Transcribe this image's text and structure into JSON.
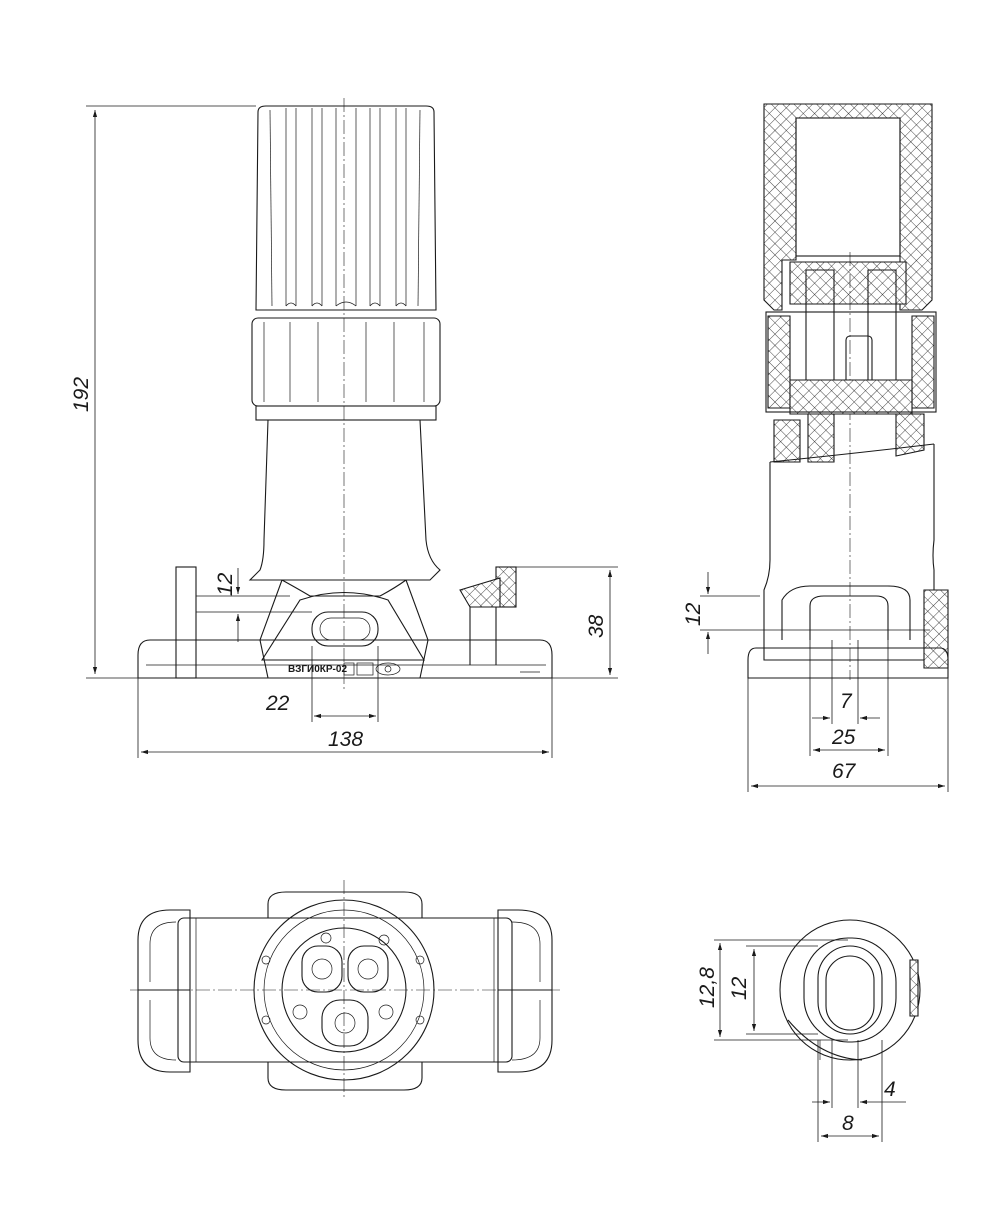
{
  "drawing": {
    "product_marking": "ВЗГИ0КР-02",
    "dimensions": {
      "front_height_total": "192",
      "front_side_height": "38",
      "front_slot_height": "12",
      "front_slot_width": "22",
      "front_overall_width": "138",
      "side_slot_height": "12",
      "side_inner_width": "7",
      "side_mid_width": "25",
      "side_overall_width": "67",
      "bottom_outer_height": "12,8",
      "bottom_inner_height": "12",
      "bottom_slot_width": "4",
      "bottom_outer_width": "8"
    }
  }
}
